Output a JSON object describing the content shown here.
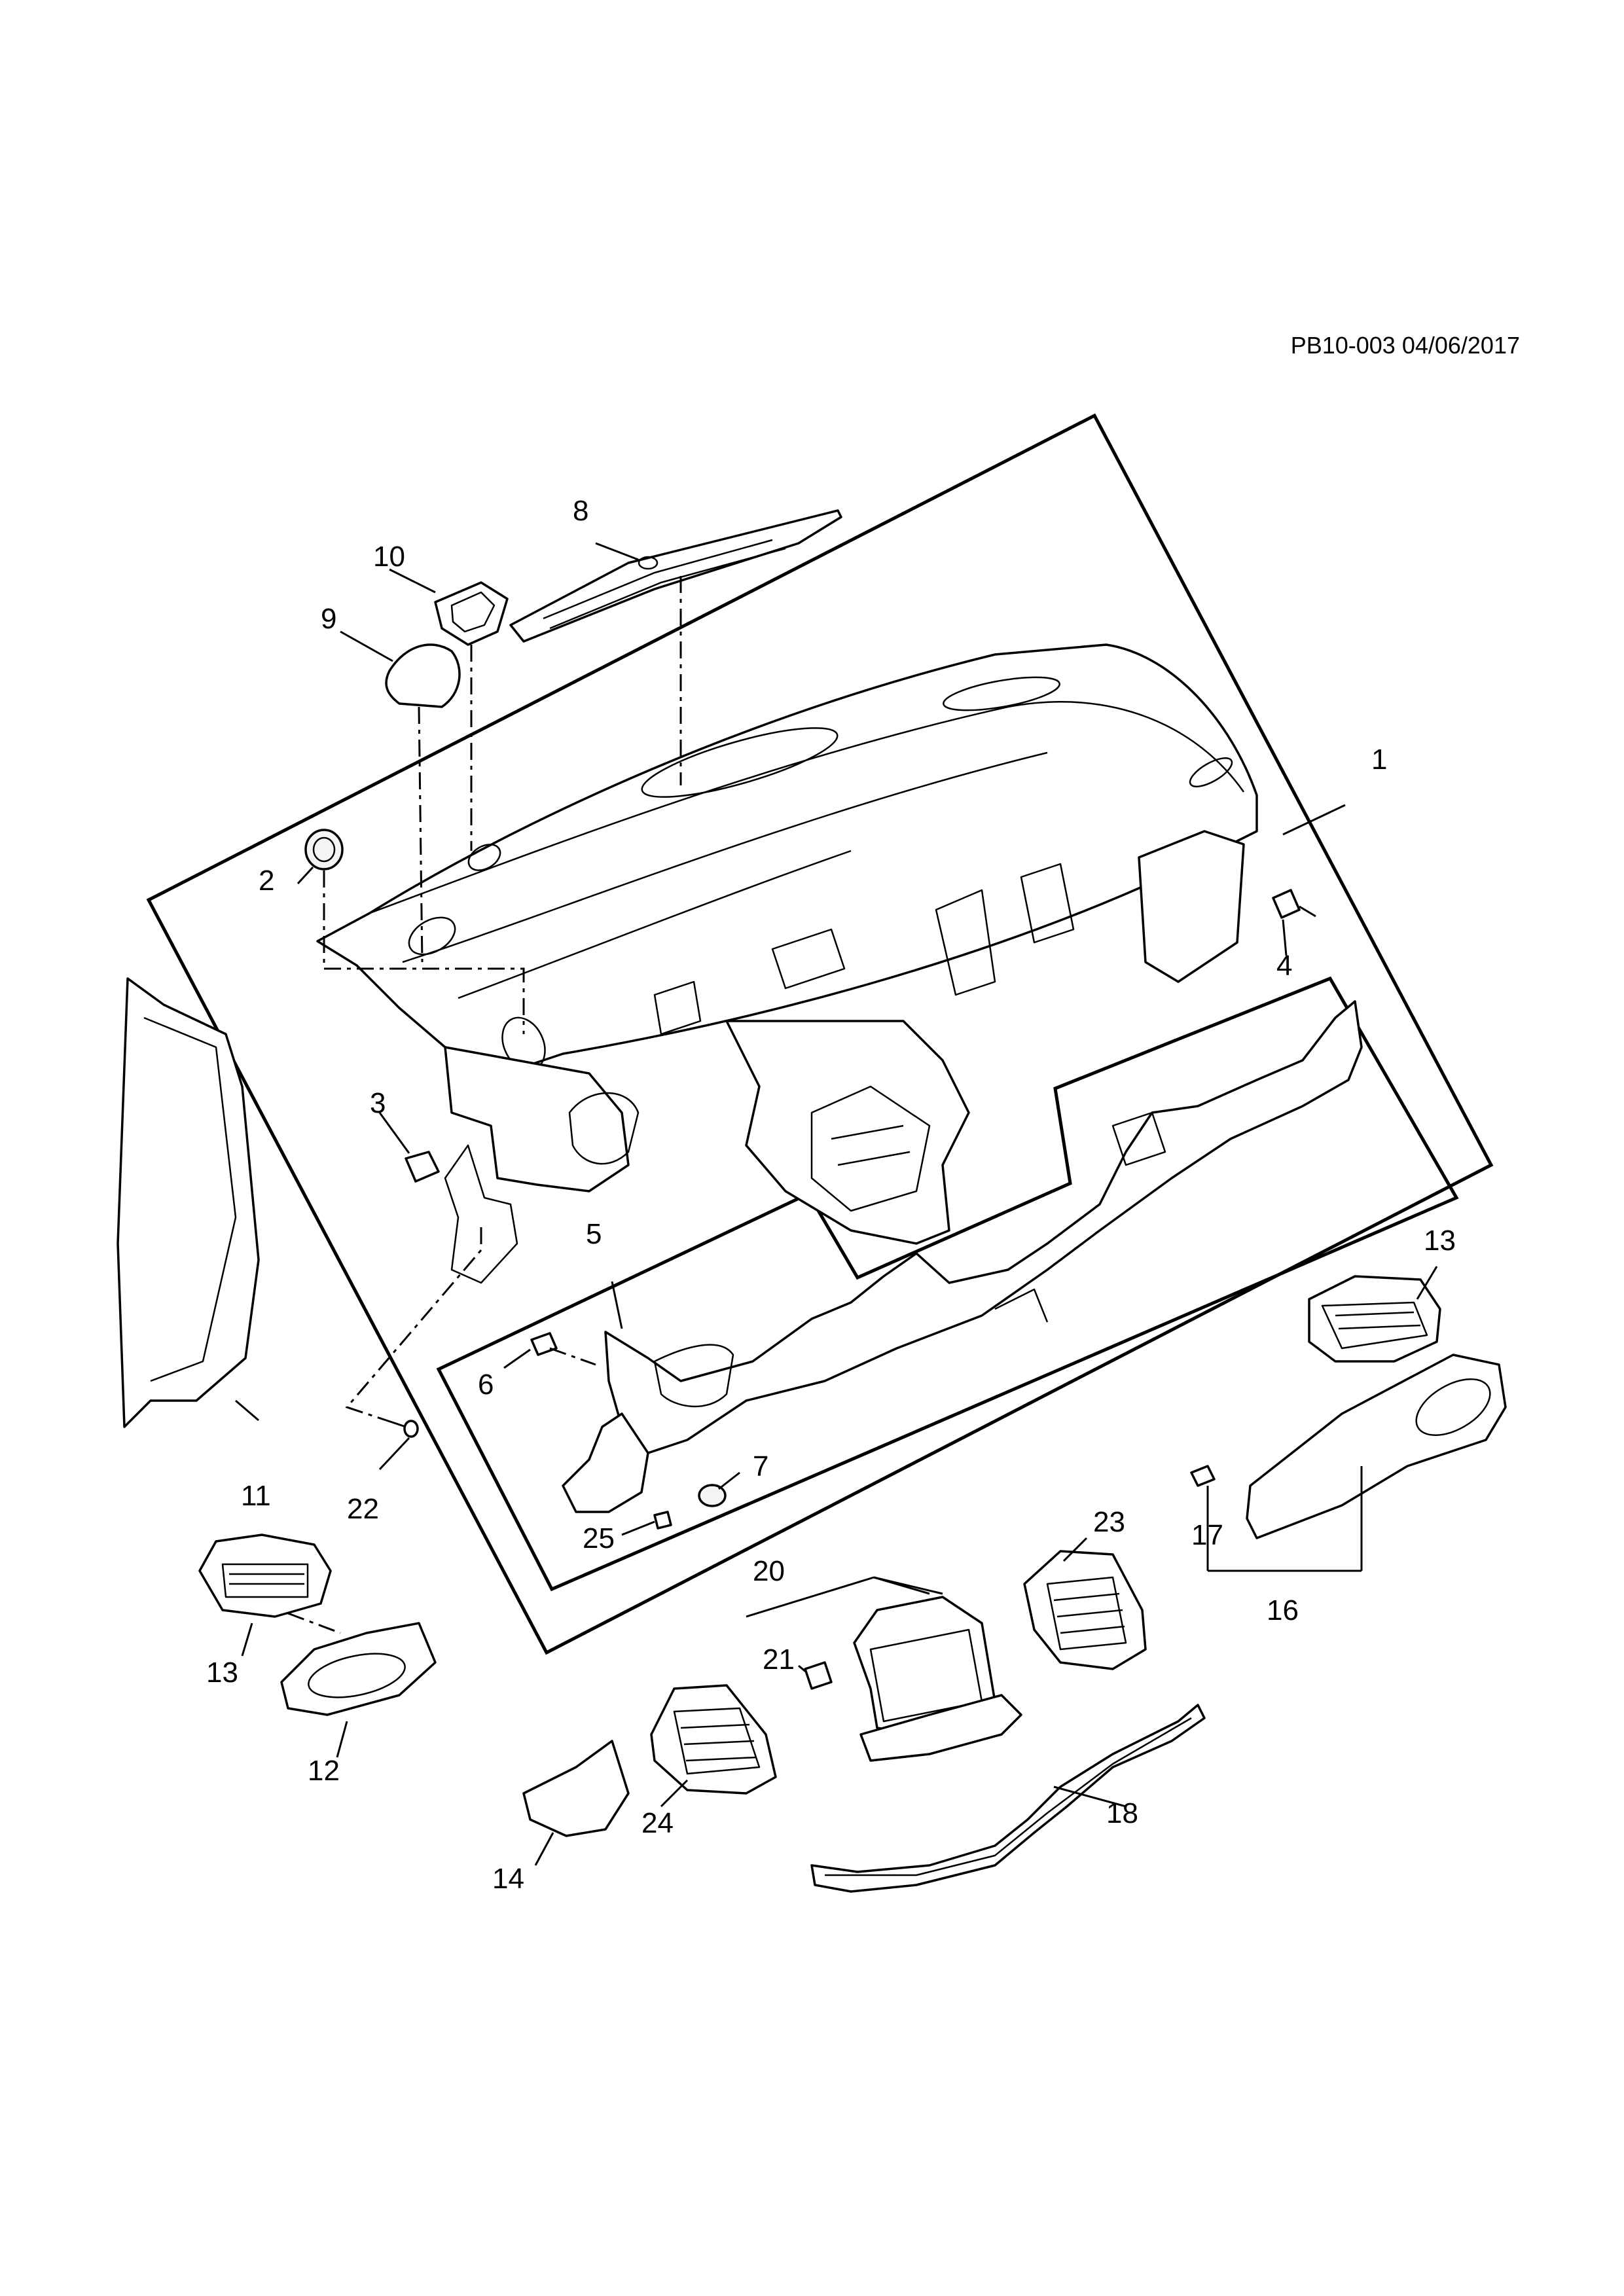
{
  "header": {
    "reference": "PB10-003 04/06/2017"
  },
  "callouts": {
    "c1": "1",
    "c2": "2",
    "c3": "3",
    "c4": "4",
    "c5": "5",
    "c6": "6",
    "c7": "7",
    "c8": "8",
    "c9": "9",
    "c10": "10",
    "c11": "11",
    "c12": "12",
    "c13a": "13",
    "c13b": "13",
    "c14": "14",
    "c16": "16",
    "c17": "17",
    "c18": "18",
    "c20": "20",
    "c21": "21",
    "c22": "22",
    "c23": "23",
    "c24": "24",
    "c25": "25"
  }
}
